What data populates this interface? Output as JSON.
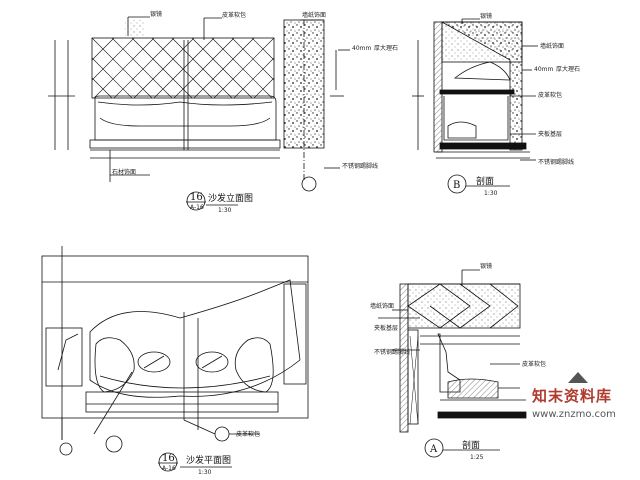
{
  "drawing": {
    "elev16": {
      "num": "16",
      "sub": "A-16",
      "title": "沙发立面图",
      "scale": "1:30"
    },
    "secB": {
      "letter": "B",
      "title": "剖面",
      "scale": "1:30"
    },
    "plan16": {
      "num": "16",
      "sub": "A-16",
      "title": "沙发平面图",
      "scale": "1:30"
    },
    "secA": {
      "letter": "A",
      "title": "剖面",
      "scale": "1:25"
    },
    "notes": {
      "mirror": "银镜",
      "fabric": "皮革软包",
      "wall": "墙纸饰面",
      "dim40": "40mm",
      "dimSuffix": "厚大理石",
      "base": "不锈钢踢脚线",
      "stone": "石材饰面",
      "board": "夹板基层"
    }
  },
  "watermark": {
    "name": "知末资料库",
    "url": "www.znzmo.com",
    "color": "#b03a2e"
  }
}
